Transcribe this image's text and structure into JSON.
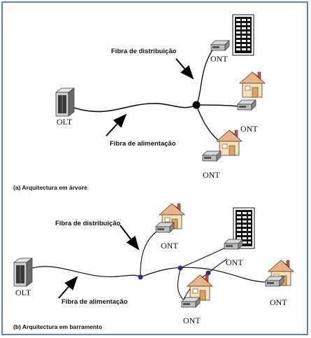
{
  "diagram_a": {
    "caption": "(a) Arquitectura em árvore",
    "olt_label": "OLT",
    "ont_labels": [
      "ONT",
      "ONT",
      "ONT"
    ],
    "feeder_label": "Fibra de alimentação",
    "distribution_label": "Fibra de distribuição"
  },
  "diagram_b": {
    "caption": "(b) Arquitectura em barramento",
    "olt_label": "OLT",
    "ont_labels": [
      "ONT",
      "ONT",
      "ONT",
      "ONT"
    ],
    "feeder_label": "Fibra de alimentação",
    "distribution_label": "Fibra de distribuição"
  },
  "colors": {
    "frame_border": "#5b87b8",
    "fiber": "#111111",
    "splitter_b": "#2e2e8a"
  }
}
